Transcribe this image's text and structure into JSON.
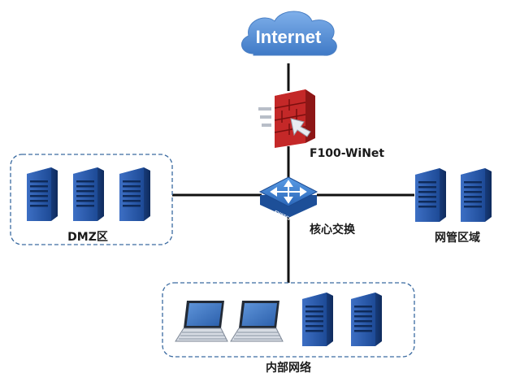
{
  "internet": {
    "label": "Internet",
    "icon": "cloud-icon"
  },
  "firewall": {
    "label": "F100-WiNet",
    "icon": "firewall-icon"
  },
  "core_switch": {
    "label": "核心交换",
    "badge": "SWITCH",
    "icon": "switch-icon"
  },
  "dmz": {
    "label": "DMZ区",
    "server_count": 3
  },
  "management": {
    "label": "网管区域",
    "server_count": 2
  },
  "internal": {
    "label": "内部网络",
    "laptop_count": 2,
    "server_count": 2
  },
  "colors": {
    "line": "#111111",
    "zone_border": "#3a6aa0",
    "cloud": "#5b8fd3",
    "firewall": "#c22a2a",
    "server": "#1f4f9a",
    "switch": "#2d6fc0"
  }
}
